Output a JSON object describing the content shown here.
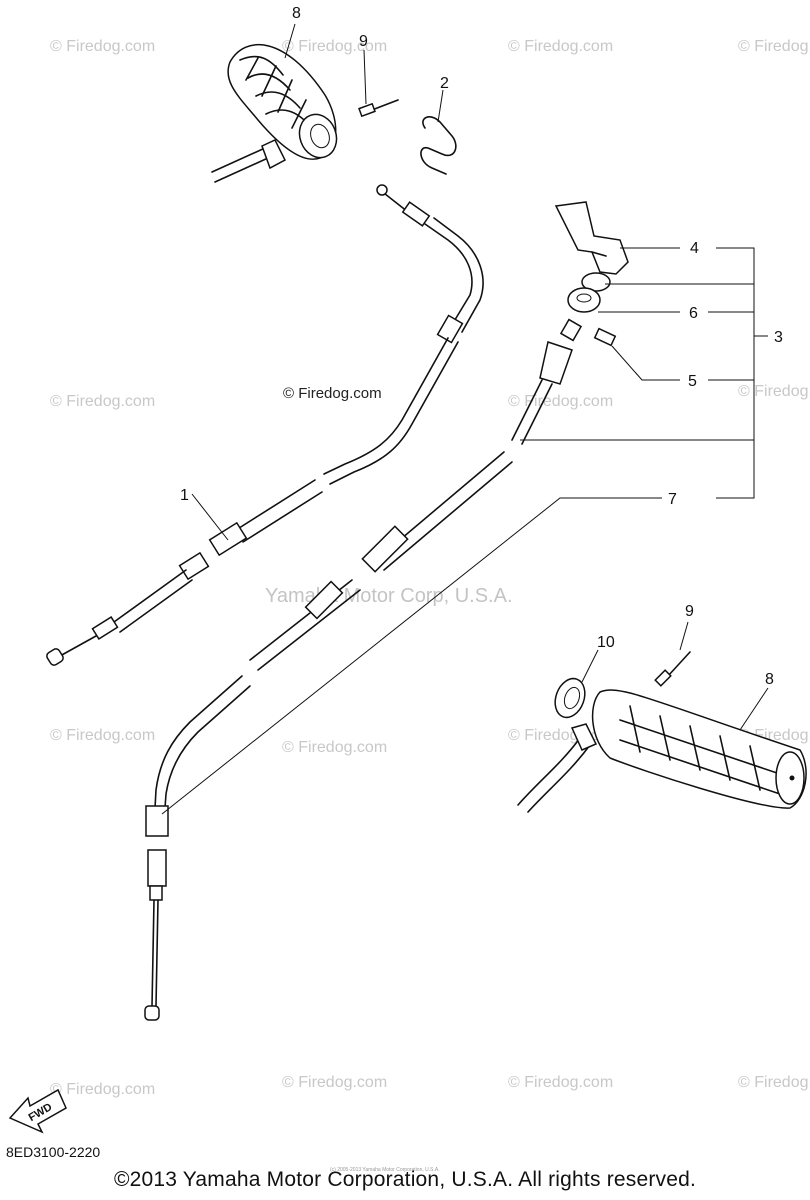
{
  "callouts": {
    "c1": "1",
    "c2": "2",
    "c3": "3",
    "c4": "4",
    "c5": "5",
    "c6": "6",
    "c7": "7",
    "c8_top": "8",
    "c9_top": "9",
    "c8_bottom": "8",
    "c9_bottom": "9",
    "c10": "10"
  },
  "watermarks": {
    "firedog": "© Firedog.com",
    "center": "Yamaha Motor Corp, U.S.A.",
    "tiny": "(c) 2005-2013 Yamaha Motor Corporation, U.S.A."
  },
  "fwd_label": "FWD",
  "part_code": "8ED3100-2220",
  "copyright": "©2013 Yamaha Motor Corporation, U.S.A. All rights reserved."
}
